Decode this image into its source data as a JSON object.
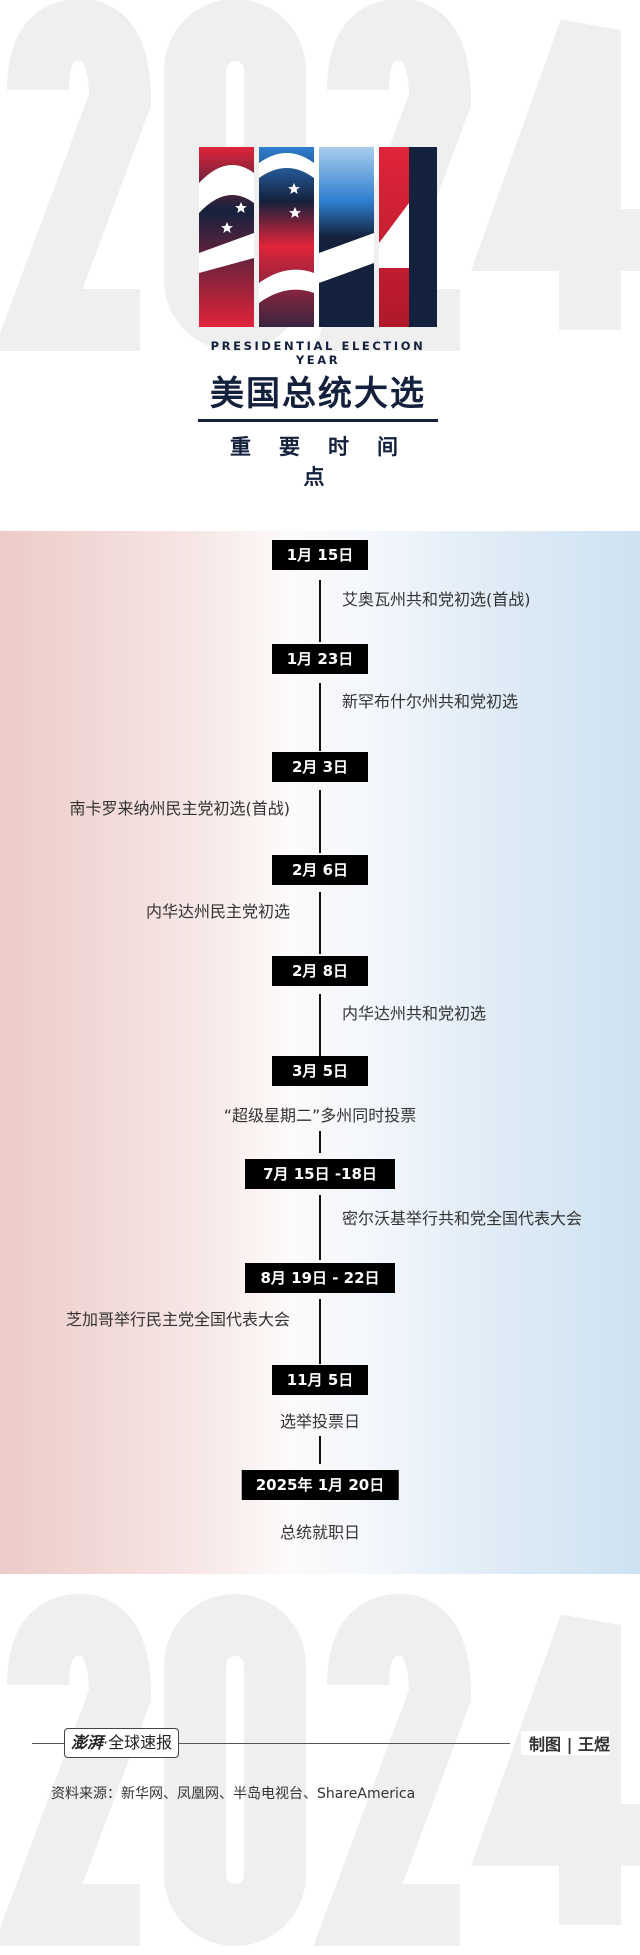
{
  "watermark": "2024",
  "header": {
    "logo_text": "2024",
    "subtitle_en": "PRESIDENTIAL ELECTION YEAR",
    "title_cn": "美国总统大选",
    "subtitle_cn": "重要时间点"
  },
  "colors": {
    "red": "#e0243a",
    "navy": "#14213d",
    "blue": "#2f7fd0"
  },
  "timeline": [
    {
      "date": "1月 15日",
      "event": "艾奥瓦州共和党初选(首战)"
    },
    {
      "date": "1月 23日",
      "event": "新罕布什尔州共和党初选"
    },
    {
      "date": "2月 3日",
      "event": "南卡罗来纳州民主党初选(首战)"
    },
    {
      "date": "2月 6日",
      "event": "内华达州民主党初选"
    },
    {
      "date": "2月 8日",
      "event": "内华达州共和党初选"
    },
    {
      "date": "3月 5日",
      "event": "“超级星期二”多州同时投票"
    },
    {
      "date": "7月 15日 -18日",
      "event": "密尔沃基举行共和党全国代表大会"
    },
    {
      "date": "8月 19日 - 22日",
      "event": "芝加哥举行民主党全国代表大会"
    },
    {
      "date": "11月 5日",
      "event": "选举投票日"
    },
    {
      "date": "2025年 1月 20日",
      "event": "总统就职日"
    }
  ],
  "footer": {
    "brand": "澎湃",
    "brand_suffix": "·全球速报",
    "credit": "制图 | 王煜",
    "source": "资料来源：新华网、凤凰网、半岛电视台、ShareAmerica"
  }
}
